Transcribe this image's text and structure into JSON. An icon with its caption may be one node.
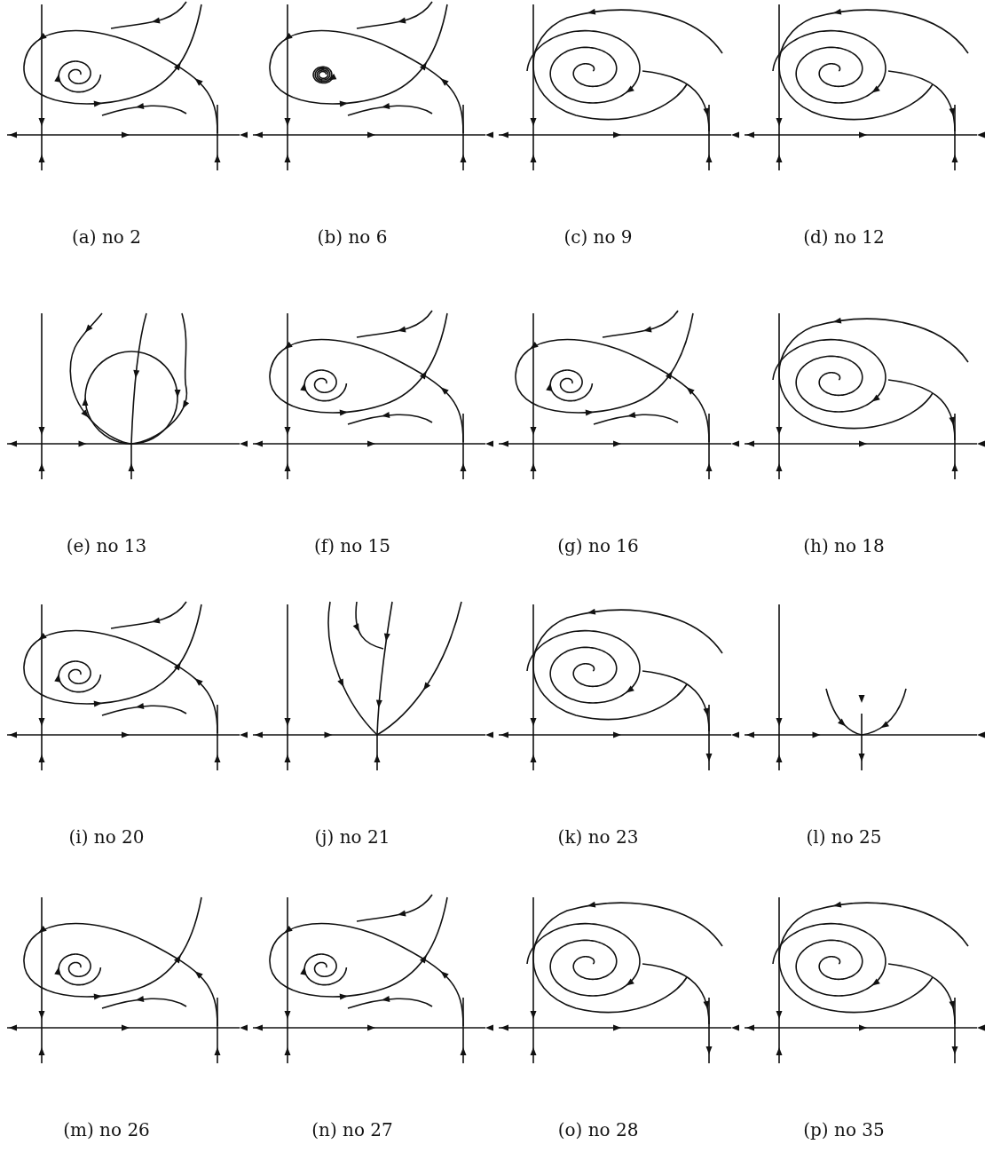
{
  "diagram": {
    "labels": [
      "(a) no 2",
      "(b) no 6",
      "(c) no 9",
      "(d) no 12",
      "(e) no 13",
      "(f) no 15",
      "(g) no 16",
      "(h) no 18",
      "(i) no 20",
      "(j) no 21",
      "(k) no 23",
      "(l) no 25",
      "(m) no 26",
      "(n) no 27",
      "(o) no 28",
      "(p) no 35"
    ]
  }
}
